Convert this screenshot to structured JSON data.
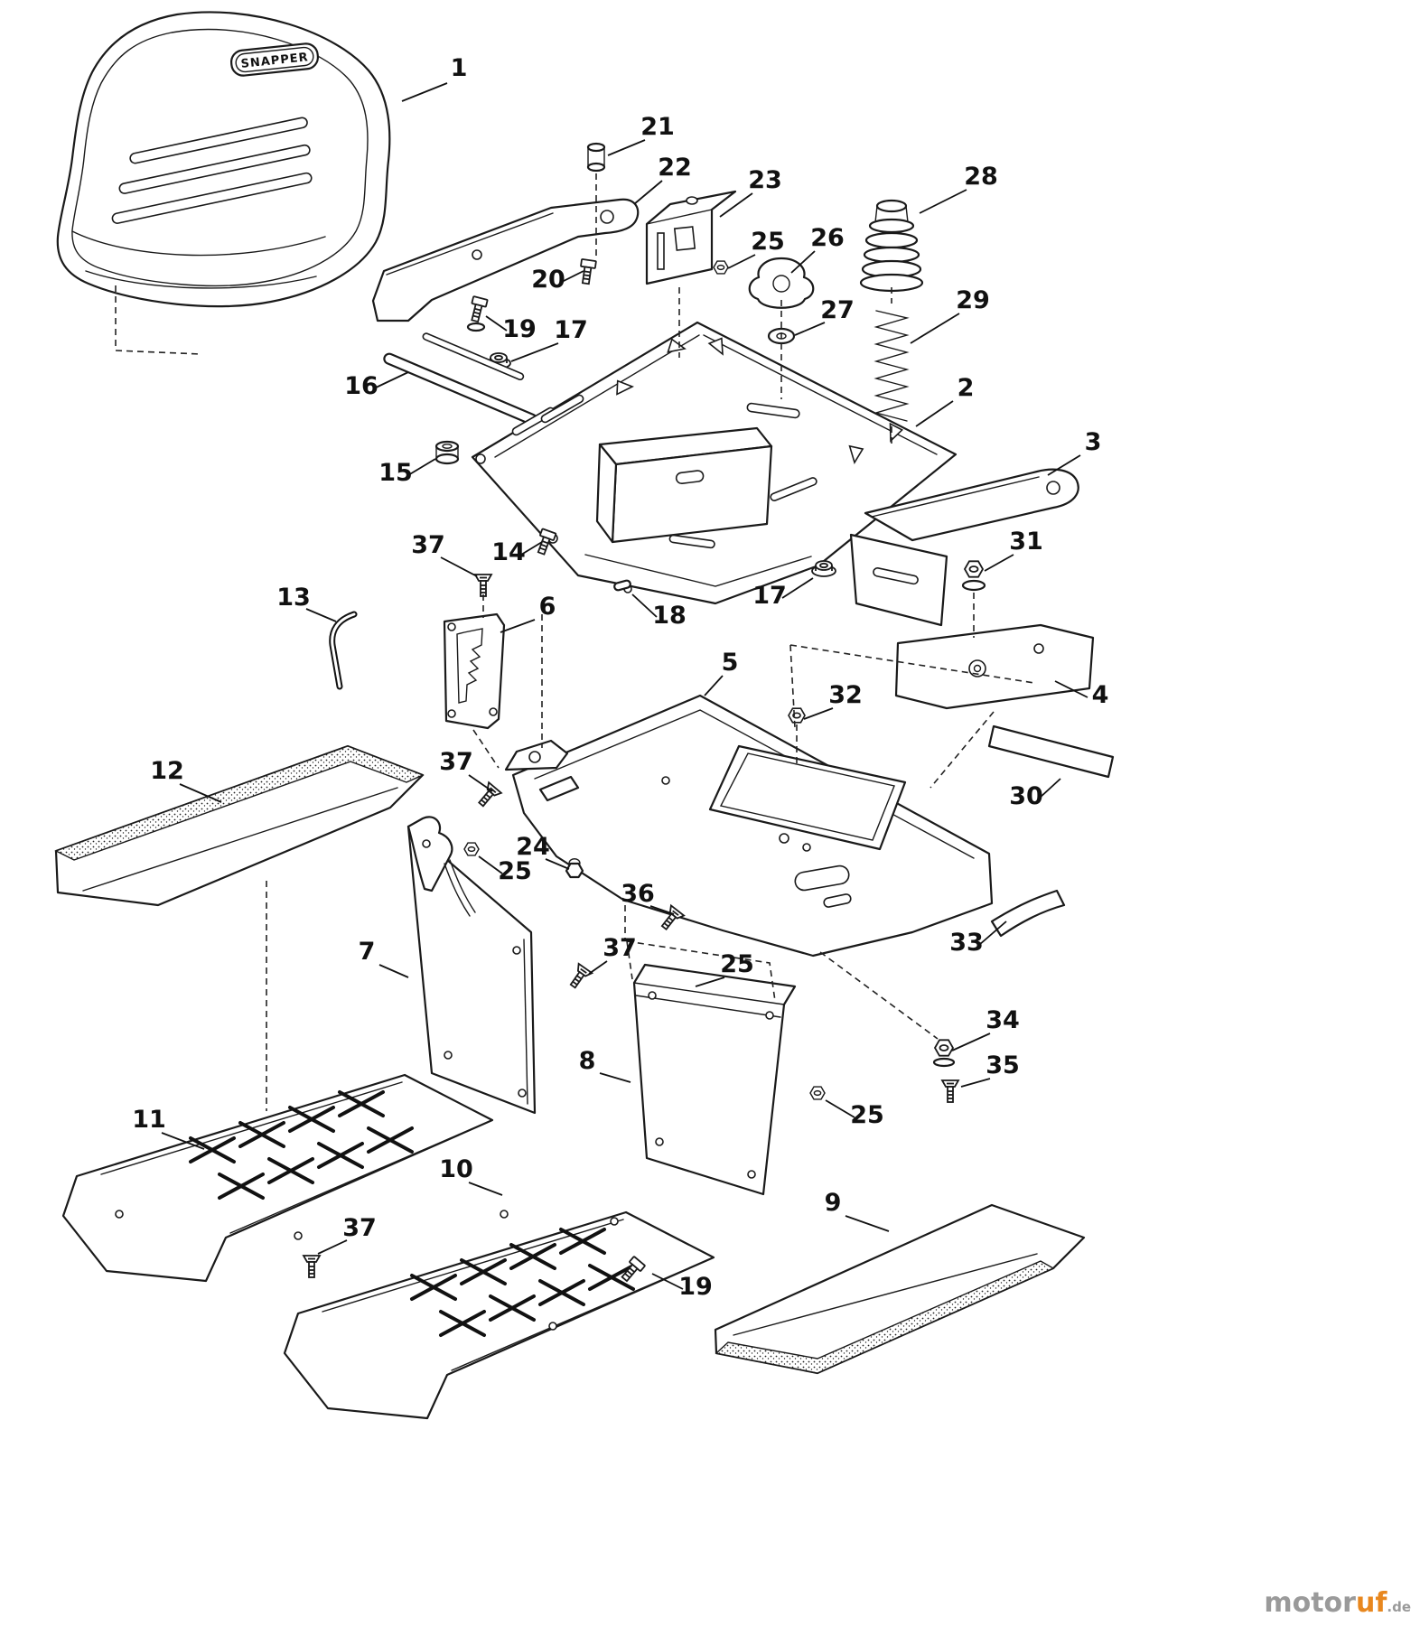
{
  "page": {
    "background": "#ffffff",
    "ink": "#1a1a1a"
  },
  "seat": {
    "badge": "SNAPPER"
  },
  "watermark": {
    "part1": "motor",
    "part2": "uf",
    "suffix": ".de",
    "color_main": "#9a9a9a",
    "color_accent": "#e8871e"
  },
  "callouts": [
    {
      "n": "1"
    },
    {
      "n": "21"
    },
    {
      "n": "22"
    },
    {
      "n": "23"
    },
    {
      "n": "28"
    },
    {
      "n": "25"
    },
    {
      "n": "26"
    },
    {
      "n": "20"
    },
    {
      "n": "27"
    },
    {
      "n": "29"
    },
    {
      "n": "19"
    },
    {
      "n": "17"
    },
    {
      "n": "16"
    },
    {
      "n": "2"
    },
    {
      "n": "3"
    },
    {
      "n": "15"
    },
    {
      "n": "37"
    },
    {
      "n": "14"
    },
    {
      "n": "13"
    },
    {
      "n": "6"
    },
    {
      "n": "18"
    },
    {
      "n": "17"
    },
    {
      "n": "31"
    },
    {
      "n": "5"
    },
    {
      "n": "32"
    },
    {
      "n": "4"
    },
    {
      "n": "30"
    },
    {
      "n": "12"
    },
    {
      "n": "37"
    },
    {
      "n": "24"
    },
    {
      "n": "25"
    },
    {
      "n": "36"
    },
    {
      "n": "33"
    },
    {
      "n": "7"
    },
    {
      "n": "37"
    },
    {
      "n": "25"
    },
    {
      "n": "8"
    },
    {
      "n": "34"
    },
    {
      "n": "35"
    },
    {
      "n": "25"
    },
    {
      "n": "11"
    },
    {
      "n": "10"
    },
    {
      "n": "37"
    },
    {
      "n": "19"
    },
    {
      "n": "9"
    }
  ]
}
